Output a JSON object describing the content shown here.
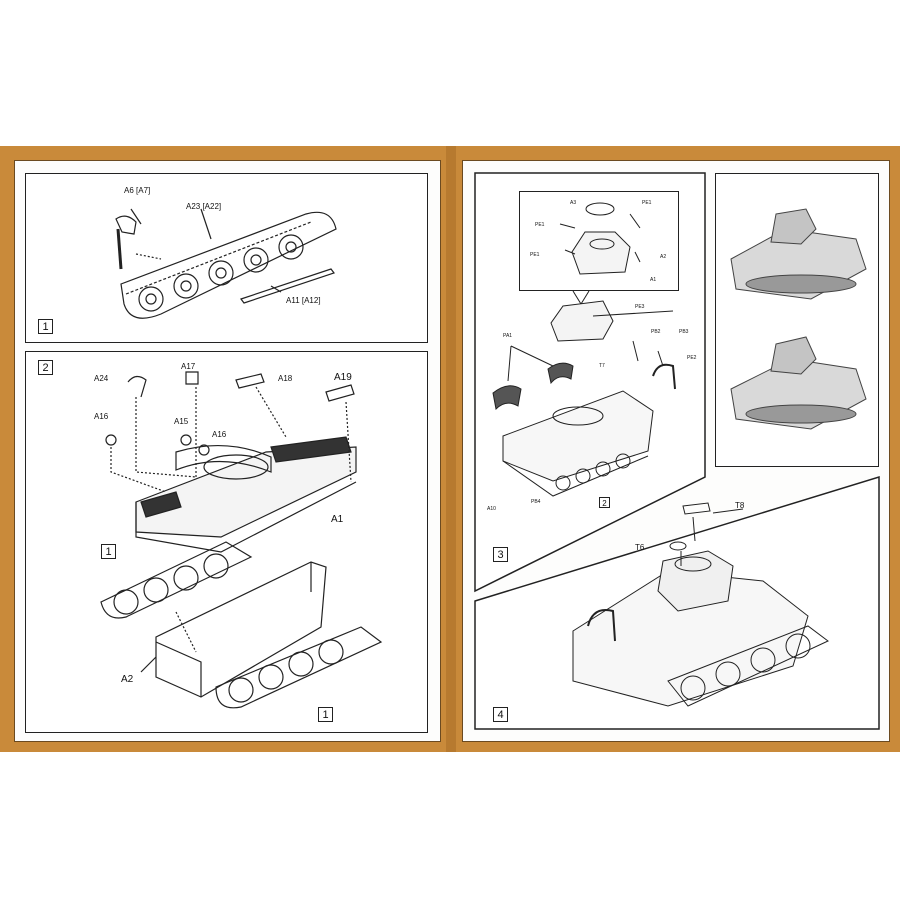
{
  "steps": {
    "s1": "1",
    "s2": "2",
    "s3": "3",
    "s4": "4"
  },
  "step_refs": {
    "ref1_left": "1",
    "ref1_right": "1"
  },
  "labels": {
    "a6": "A6 [A7]",
    "a23": "A23 [A22]",
    "a11": "A11 [A12]",
    "a24": "A24",
    "a17": "A17",
    "a18": "A18",
    "a19": "A19",
    "a16a": "A16",
    "a15": "A15",
    "a16b": "A16",
    "a1": "A1",
    "a2": "A2",
    "a3": "A3",
    "pe1a": "PE1",
    "pe1b": "PE1",
    "pe1c": "PE1",
    "a2b": "A2",
    "a1b": "A1",
    "pe3": "PE3",
    "pa1": "PA1",
    "pb2": "PB2",
    "pb3": "PB3",
    "t7": "T7",
    "pe2": "PE2",
    "a10": "A10",
    "pb4": "PB4",
    "ref2": "2",
    "t8": "T8",
    "t6": "T6"
  },
  "colors": {
    "sheet": "#c98a3a",
    "line": "#222222"
  }
}
